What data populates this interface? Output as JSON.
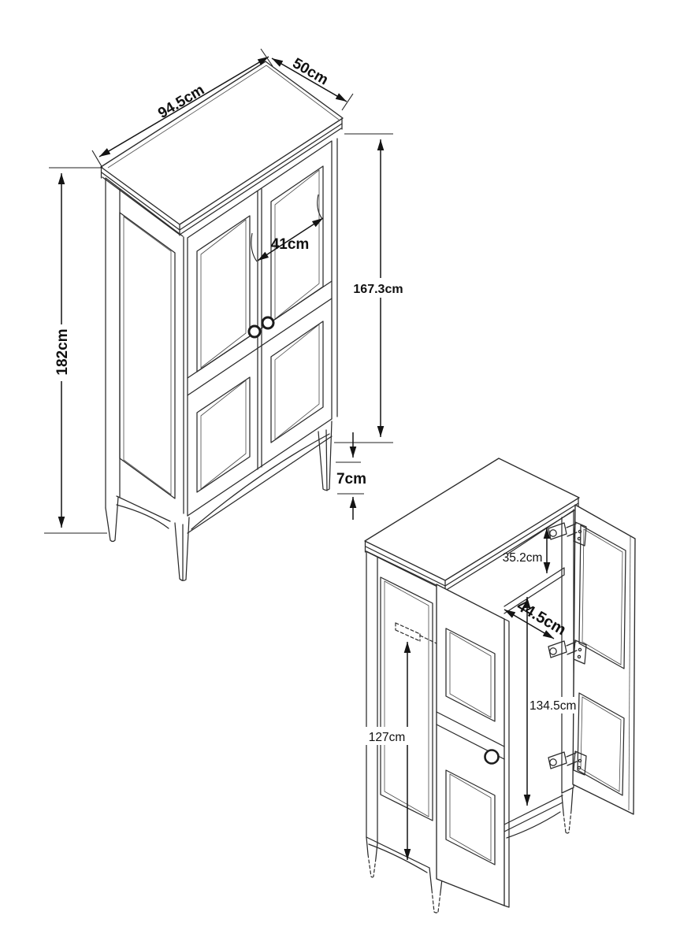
{
  "colors": {
    "background": "#ffffff",
    "line": "#2b2b2b",
    "dimension_line": "#141414",
    "text": "#101010"
  },
  "unit": "cm",
  "dimensions": {
    "closed": {
      "top_width": "94.5cm",
      "top_depth": "50cm",
      "door_width": "41cm",
      "carcass_height": "167.3cm",
      "overall_height": "182cm",
      "floor_clearance": "7cm"
    },
    "open": {
      "shelf_drop": "35.2cm",
      "interior_depth": "44.5cm",
      "interior_height": "134.5cm",
      "hanging_height": "127cm"
    }
  }
}
